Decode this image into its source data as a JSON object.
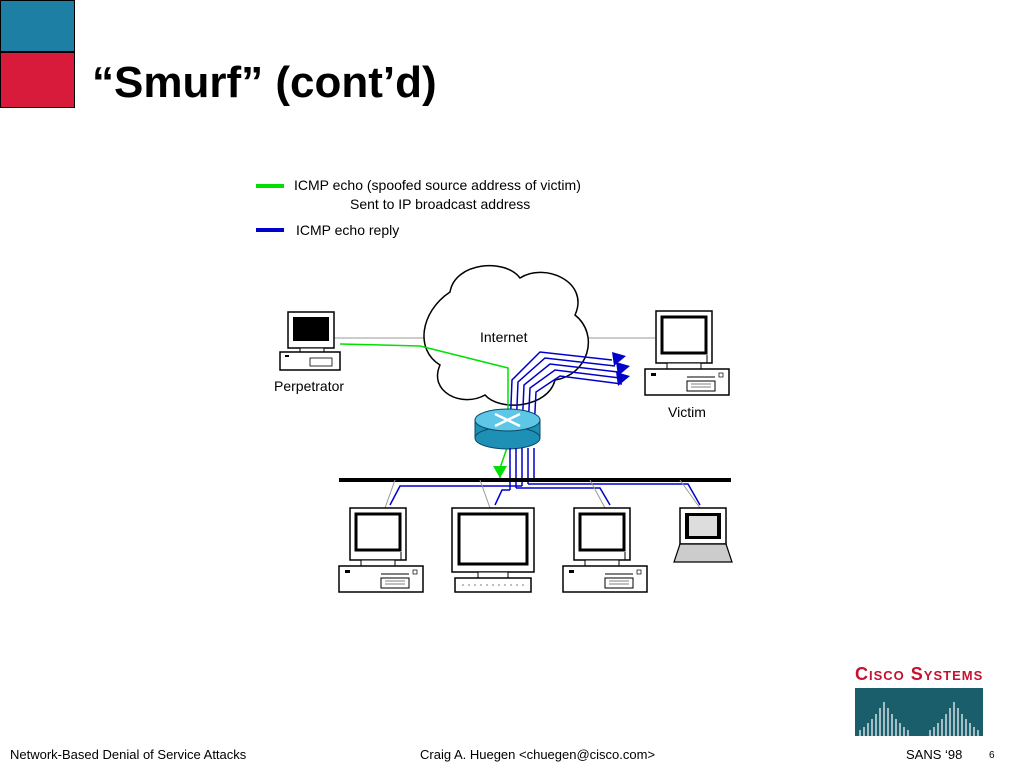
{
  "slide": {
    "title": "“Smurf” (cont’d)",
    "colors": {
      "accent_blue": "#1e7fa5",
      "accent_red": "#d81b3a",
      "logo_red": "#c4122f",
      "logo_bg": "#1b5e6b"
    }
  },
  "legend": {
    "items": [
      {
        "color": "#00e000",
        "line1": "ICMP echo (spoofed source address of victim)",
        "line2": "Sent to IP broadcast address"
      },
      {
        "color": "#0000cc",
        "line1": "ICMP echo reply"
      }
    ]
  },
  "diagram": {
    "internet_label": "Internet",
    "perpetrator_label": "Perpetrator",
    "victim_label": "Victim"
  },
  "logo": {
    "text": "Cisco Systems"
  },
  "footer": {
    "left": "Network-Based Denial of Service Attacks",
    "center": "Craig A. Huegen <chuegen@cisco.com>",
    "right": "SANS ‘98",
    "page": "6"
  }
}
